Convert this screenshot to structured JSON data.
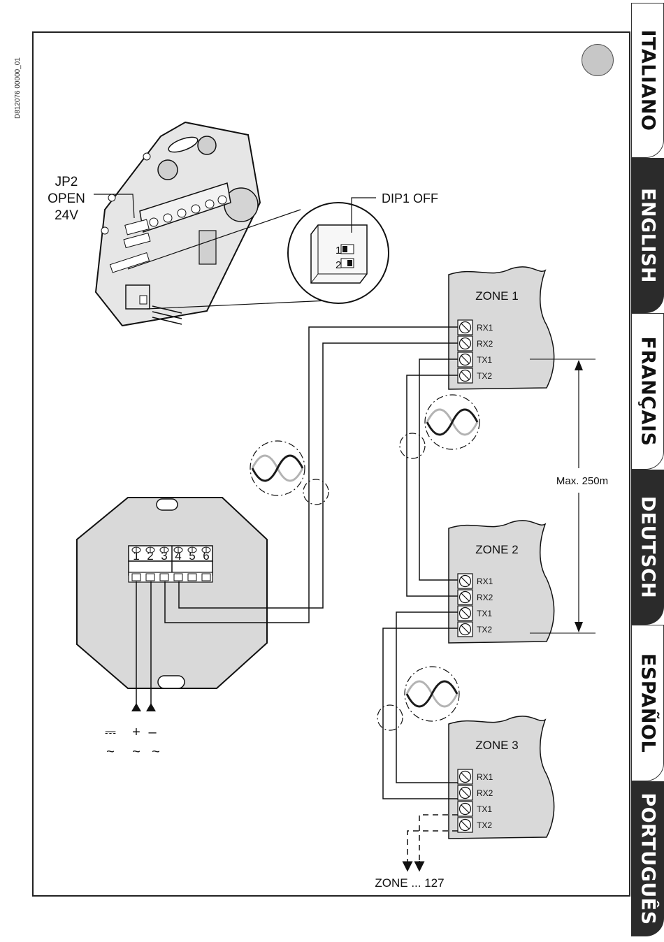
{
  "doc_code": "D812076 00000_01",
  "language_tabs": [
    {
      "label": "ITALIANO",
      "active": false
    },
    {
      "label": "ENGLISH",
      "active": true
    },
    {
      "label": "FRANÇAIS",
      "active": false
    },
    {
      "label": "DEUTSCH",
      "active": true
    },
    {
      "label": "ESPAÑOL",
      "active": false
    },
    {
      "label": "PORTUGUÊS",
      "active": true
    }
  ],
  "board_labels": {
    "jp2_line1": "JP2",
    "jp2_line2": "OPEN",
    "jp2_line3": "24V",
    "dip1": "DIP1 OFF",
    "dip_pin1": "1",
    "dip_pin2": "2"
  },
  "terminal_block": {
    "numbers": [
      "1",
      "2",
      "3",
      "4",
      "5",
      "6"
    ]
  },
  "power_symbols": {
    "dc": "⎓",
    "plus": "+",
    "minus": "–",
    "ac1": "~",
    "ac2": "~",
    "ac3": "~"
  },
  "zones": [
    {
      "name": "ZONE 1",
      "terminals": [
        "RX1",
        "RX2",
        "TX1",
        "TX2"
      ]
    },
    {
      "name": "ZONE 2",
      "terminals": [
        "RX1",
        "RX2",
        "TX1",
        "TX2"
      ]
    },
    {
      "name": "ZONE 3",
      "terminals": [
        "RX1",
        "RX2",
        "TX1",
        "TX2"
      ]
    }
  ],
  "distance_label": "Max. 250m",
  "zone_more_label": "ZONE ... 127",
  "colors": {
    "panel_fill": "#d9d9d9",
    "line": "#1a1a1a",
    "twist_light": "#b3b3b3"
  }
}
